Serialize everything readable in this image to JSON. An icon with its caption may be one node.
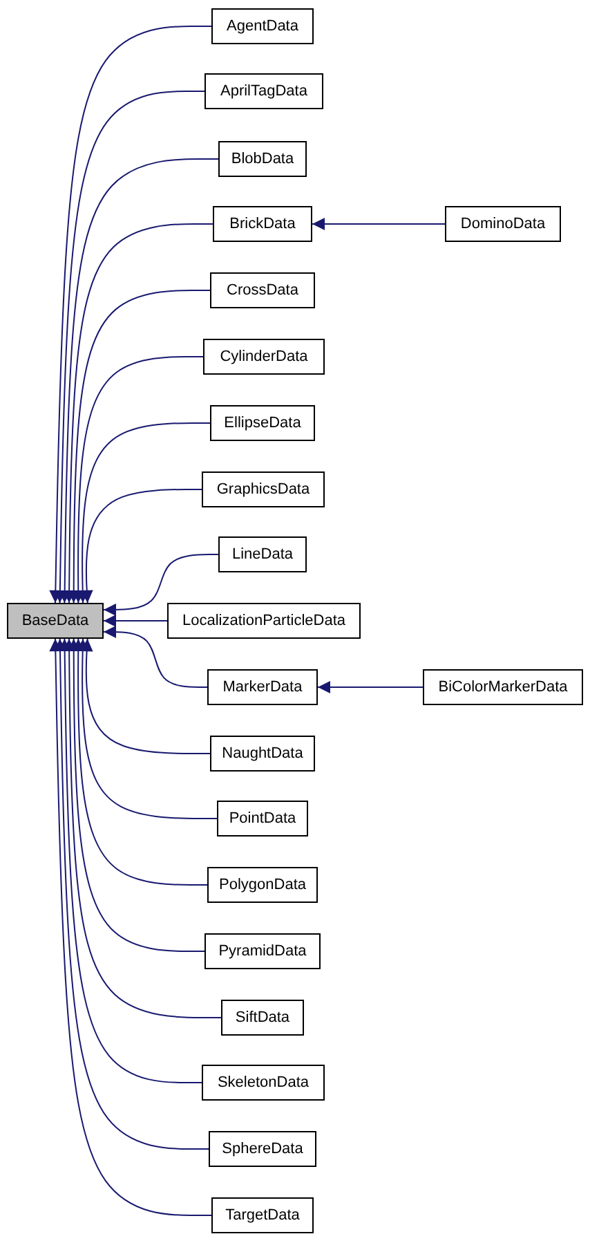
{
  "diagram": {
    "nodes": [
      {
        "text": [
          "BaseData"
        ]
      },
      {
        "text": [
          "AgentData"
        ]
      },
      {
        "text": [
          "AprilTagData"
        ]
      },
      {
        "text": [
          "BlobData"
        ]
      },
      {
        "text": [
          "BrickData"
        ]
      },
      {
        "text": [
          "DominoData"
        ]
      },
      {
        "text": [
          "CrossData"
        ]
      },
      {
        "text": [
          "CylinderData"
        ]
      },
      {
        "text": [
          "EllipseData"
        ]
      },
      {
        "text": [
          "GraphicsData"
        ]
      },
      {
        "text": [
          "LineData"
        ]
      },
      {
        "text": [
          "LocalizationParticleData"
        ]
      },
      {
        "text": [
          "MarkerData"
        ]
      },
      {
        "text": [
          "BiColorMarkerData"
        ]
      },
      {
        "text": [
          "NaughtData"
        ]
      },
      {
        "text": [
          "PointData"
        ]
      },
      {
        "text": [
          "PolygonData"
        ]
      },
      {
        "text": [
          "PyramidData"
        ]
      },
      {
        "text": [
          "SiftData"
        ]
      },
      {
        "text": [
          "SkeletonData"
        ]
      },
      {
        "text": [
          "SphereData"
        ]
      },
      {
        "text": [
          "TargetData"
        ]
      }
    ],
    "edges": [
      {
        "from": 1,
        "to": 0,
        "arrow": "to"
      },
      {
        "from": 2,
        "to": 0,
        "arrow": "to"
      },
      {
        "from": 3,
        "to": 0,
        "arrow": "to"
      },
      {
        "from": 4,
        "to": 0,
        "arrow": "to"
      },
      {
        "from": 5,
        "to": 4,
        "arrow": "to"
      },
      {
        "from": 6,
        "to": 0,
        "arrow": "to"
      },
      {
        "from": 7,
        "to": 0,
        "arrow": "to"
      },
      {
        "from": 8,
        "to": 0,
        "arrow": "to"
      },
      {
        "from": 9,
        "to": 0,
        "arrow": "to"
      },
      {
        "from": 10,
        "to": 0,
        "arrow": "to"
      },
      {
        "from": 11,
        "to": 0,
        "arrow": "to"
      },
      {
        "from": 12,
        "to": 0,
        "arrow": "to"
      },
      {
        "from": 13,
        "to": 12,
        "arrow": "to"
      },
      {
        "from": 14,
        "to": 0,
        "arrow": "to"
      },
      {
        "from": 15,
        "to": 0,
        "arrow": "to"
      },
      {
        "from": 16,
        "to": 0,
        "arrow": "to"
      },
      {
        "from": 17,
        "to": 0,
        "arrow": "to"
      },
      {
        "from": 18,
        "to": 0,
        "arrow": "to"
      },
      {
        "from": 19,
        "to": 0,
        "arrow": "to"
      },
      {
        "from": 20,
        "to": 0,
        "arrow": "to"
      },
      {
        "from": 21,
        "to": 0,
        "arrow": "to"
      }
    ]
  }
}
